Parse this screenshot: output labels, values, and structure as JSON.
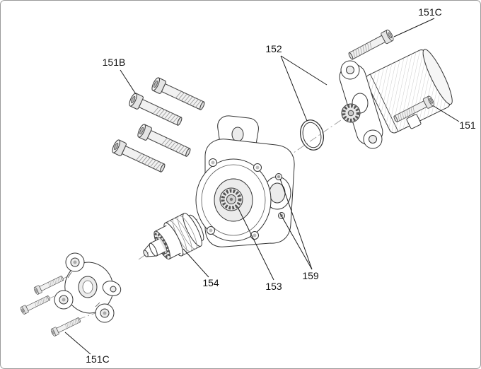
{
  "diagram": {
    "type": "exploded-parts-diagram",
    "background_color": "#ffffff",
    "line_color": "#333333",
    "labels": {
      "bolt_top_right": "151C",
      "o_ring": "152",
      "bolts_upper_left": "151B",
      "bolt_right": "151",
      "housing_pins": "159",
      "splined_shaft": "153",
      "drive_gear": "154",
      "bolt_bottom_left": "151C"
    }
  }
}
